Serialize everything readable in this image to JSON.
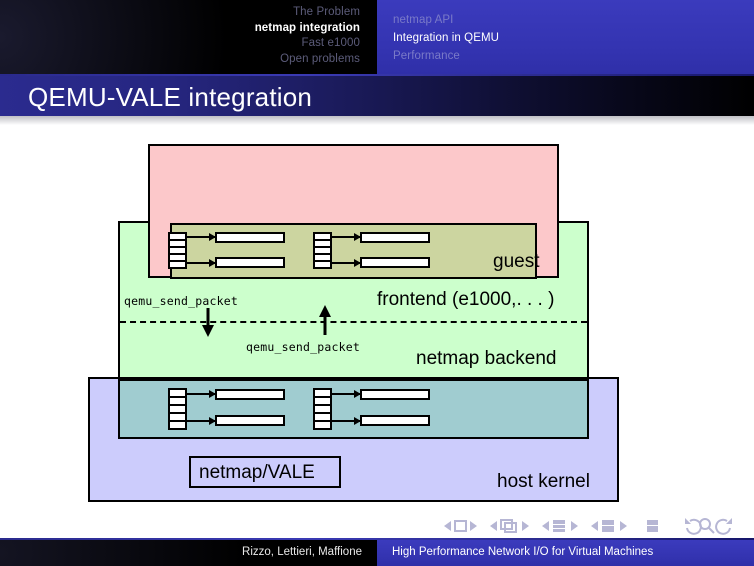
{
  "header": {
    "left_nav": [
      {
        "label": "The Problem",
        "active": false
      },
      {
        "label": "netmap integration",
        "active": true
      },
      {
        "label": "Fast e1000",
        "active": false
      },
      {
        "label": "Open problems",
        "active": false
      }
    ],
    "right_nav": [
      {
        "label": "netmap API",
        "active": false
      },
      {
        "label": "Integration in QEMU",
        "active": true
      },
      {
        "label": "Performance",
        "active": false
      }
    ]
  },
  "title": "QEMU-VALE integration",
  "diagram": {
    "boxes": {
      "guest": {
        "label": "guest",
        "color": "#fcc8ca"
      },
      "frontend": {
        "label": "frontend (e1000,. . . )",
        "color": "#ccd5a0"
      },
      "backend": {
        "label": "netmap backend",
        "color": "#ccffcc"
      },
      "host": {
        "label": "host kernel",
        "color": "#ccccfc"
      },
      "hostring": {
        "label": "",
        "color": "#a0ccd0"
      },
      "vale": {
        "label": "netmap/VALE",
        "color": "#ccccfc"
      }
    },
    "annotations": {
      "send_packet_top": "qemu_send_packet",
      "send_packet_bottom": "qemu_send_packet"
    },
    "ring_groups": [
      {
        "name": "frontend-ring-tx",
        "cells": 5,
        "buffers": 2
      },
      {
        "name": "frontend-ring-rx",
        "cells": 5,
        "buffers": 2
      },
      {
        "name": "host-ring-tx",
        "cells": 5,
        "buffers": 2
      },
      {
        "name": "host-ring-rx",
        "cells": 5,
        "buffers": 2
      }
    ]
  },
  "nav_symbols": [
    "prev-slide-icon",
    "current-slide-icon",
    "next-slide-icon",
    "prev-frame-icon",
    "current-frame-icon",
    "next-frame-icon",
    "prev-subsection-icon",
    "current-subsection-icon",
    "next-subsection-icon",
    "prev-section-icon",
    "current-section-icon",
    "next-section-icon",
    "doc-icon",
    "back-icon",
    "search-icon",
    "forward-icon"
  ],
  "footer": {
    "authors": "Rizzo, Lettieri, Maffione",
    "talk_title": "High Performance Network I/O for Virtual Machines"
  }
}
